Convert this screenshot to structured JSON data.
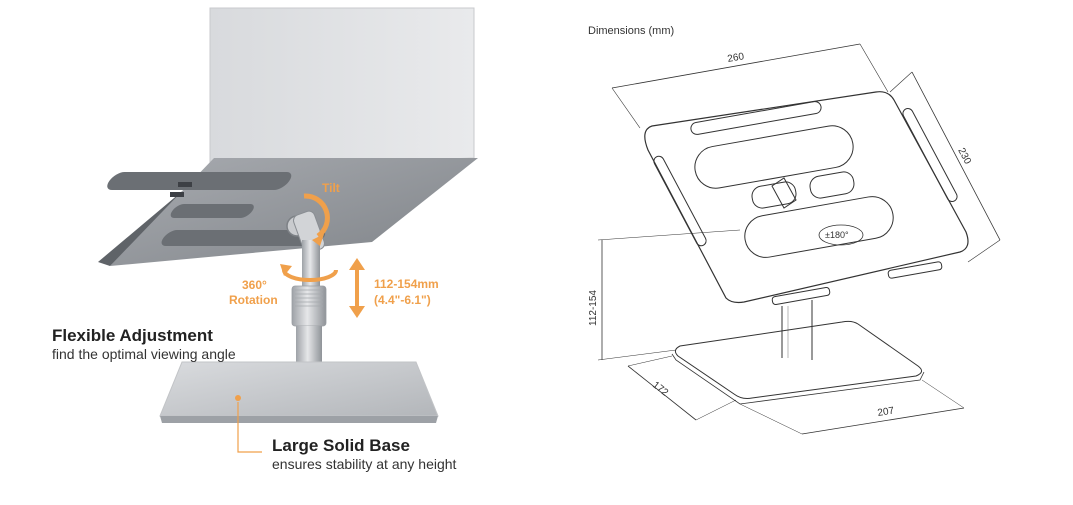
{
  "photo": {
    "labels": {
      "tilt": "Tilt",
      "rotation_value": "360°",
      "rotation_word": "Rotation",
      "height_range_mm": "112-154mm",
      "height_range_in": "(4.4\"-6.1\")"
    },
    "features": [
      {
        "title": "Flexible Adjustment",
        "subtitle": "find the optimal viewing angle"
      },
      {
        "title": "Large Solid Base",
        "subtitle": "ensures stability at any height"
      }
    ],
    "accent_color": "#f0a04b",
    "metal_color": "#b9bcc1"
  },
  "drawing": {
    "title": "Dimensions (mm)",
    "width_top": "260",
    "depth_top": "230",
    "height": "112-154",
    "base_depth": "172",
    "base_width": "207",
    "swivel": "±180°"
  }
}
